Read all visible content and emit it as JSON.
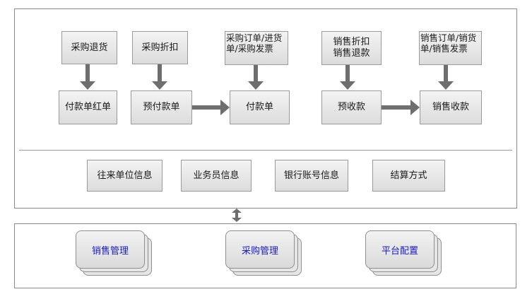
{
  "top_flow": {
    "purchase_return": "采购退货",
    "purchase_discount": "采购折扣",
    "purchase_order_docs": "采购订单/进货单/采购发票",
    "payment_red": "付款单红单",
    "prepayment": "预付款单",
    "payment": "付款单",
    "sales_discount_return": "销售折扣\n销售退款",
    "sales_order_docs": "销售订单/销货单/销售发票",
    "pre_receipt": "预收款",
    "sales_receipt": "销售收款"
  },
  "basic_info": {
    "partner": "往来单位信息",
    "staff": "业务员信息",
    "bank_account": "银行账号信息",
    "settlement": "结算方式"
  },
  "modules": {
    "sales_mgmt": "销售管理",
    "purchase_mgmt": "采购管理",
    "platform_config": "平台配置"
  },
  "colors": {
    "arrow": "#6e6e6e",
    "module_text": "#1a1acc",
    "border": "#8a8a8a"
  }
}
